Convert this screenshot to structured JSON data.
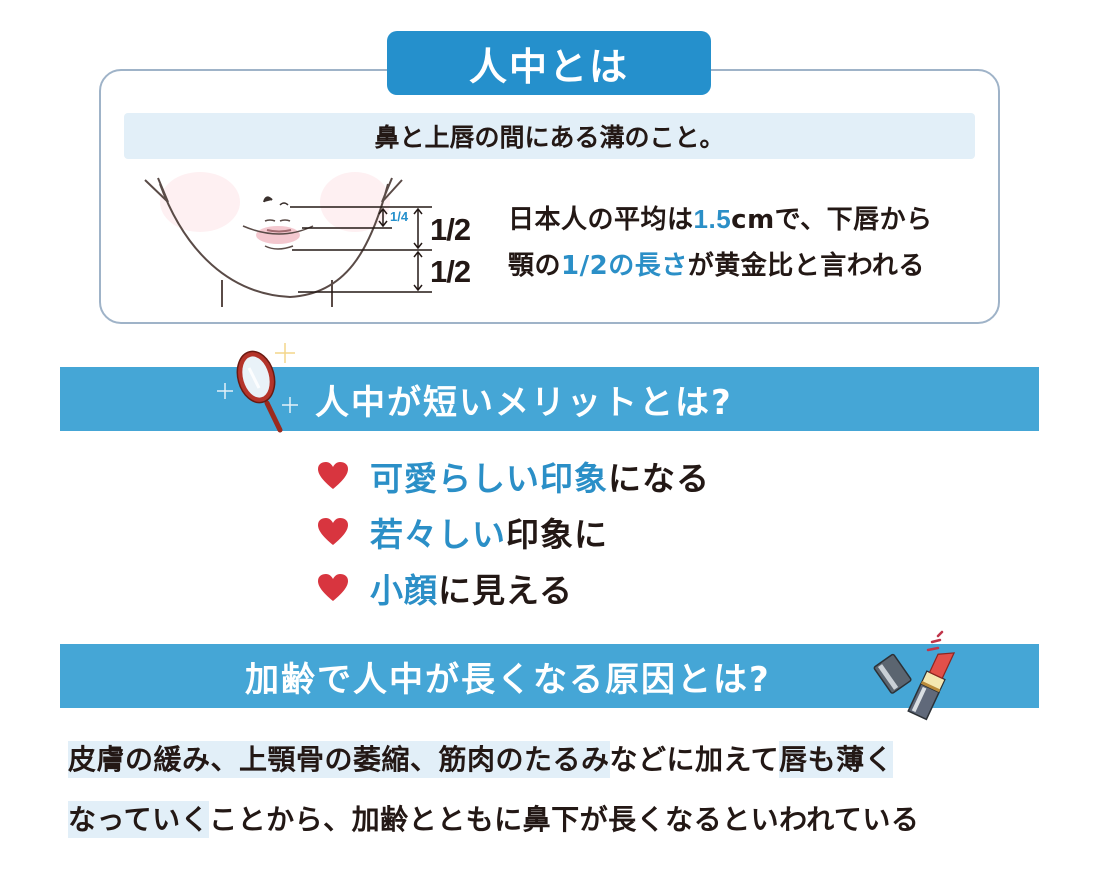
{
  "definition": {
    "title": "人中とは",
    "subtitle": "鼻と上唇の間にある溝のこと。",
    "diagram": {
      "ratio_small": "1/4",
      "ratio_upper": "1/2",
      "ratio_lower": "1/2"
    },
    "average_text": {
      "line1_part1": "日本人の平均は",
      "line1_highlight": "1.5",
      "line1_part2": "cmで、下唇から",
      "line2_part1": "顎の",
      "line2_highlight": "1/2の長さ",
      "line2_part2": "が黄金比と言われる"
    }
  },
  "merits": {
    "heading": "人中が短いメリットとは?",
    "icon": "hand-mirror-icon",
    "items": [
      {
        "highlight": "可愛らしい印象",
        "rest": "になる"
      },
      {
        "highlight": "若々しい",
        "rest": "印象に"
      },
      {
        "highlight": "小顔",
        "rest": "に見える"
      }
    ],
    "bullet_icon": "heart-icon"
  },
  "causes": {
    "heading": "加齢で人中が長くなる原因とは?",
    "icon": "lipstick-icon",
    "line1_hl1": "皮膚の緩み、上顎骨の萎縮、筋肉のたるみ",
    "line1_plain": "などに加えて",
    "line1_hl2": "唇も薄く",
    "line2_hl": "なっていく",
    "line2_plain": "ことから、加齢とともに鼻下が長くなるといわれている"
  },
  "colors": {
    "title_blue": "#2590cc",
    "bar_blue": "#45a6d6",
    "highlight_bg": "#e2eff8",
    "text_blue": "#2b8fc7",
    "heart_red": "#d8353f",
    "text_dark": "#231815"
  }
}
